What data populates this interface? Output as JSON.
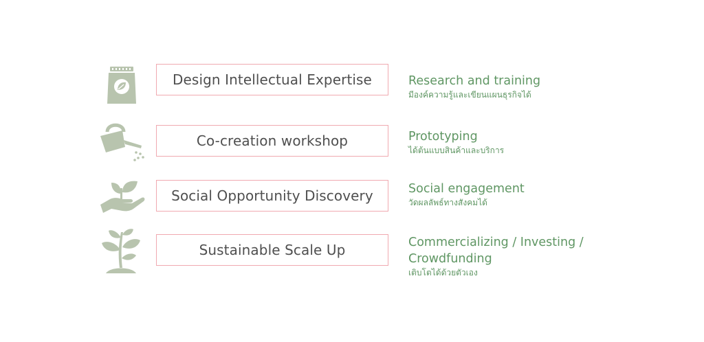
{
  "colors": {
    "icon": "#b8c4ae",
    "box_border": "#f0a9b0",
    "box_text": "#4f4f4f",
    "accent_green": "#5f9663"
  },
  "steps": [
    {
      "icon": "seed-bag-icon",
      "stage": "Design Intellectual Expertise",
      "title": "Research and training",
      "subtitle": "มีองค์ความรู้และเขียนแผนธุรกิจได้"
    },
    {
      "icon": "watering-can-icon",
      "stage": "Co-creation workshop",
      "title": "Prototyping",
      "subtitle": "ได้ต้นแบบสินค้าและบริการ"
    },
    {
      "icon": "hand-sprout-icon",
      "stage": "Social Opportunity Discovery",
      "title": "Social engagement",
      "subtitle": "วัดผลลัพธ์ทางสังคมได้"
    },
    {
      "icon": "plant-icon",
      "stage": "Sustainable Scale Up",
      "title_line1": "Commercializing / Investing /",
      "title_line2": "Crowdfunding",
      "subtitle": "เติบโตได้ด้วยตัวเอง"
    }
  ]
}
